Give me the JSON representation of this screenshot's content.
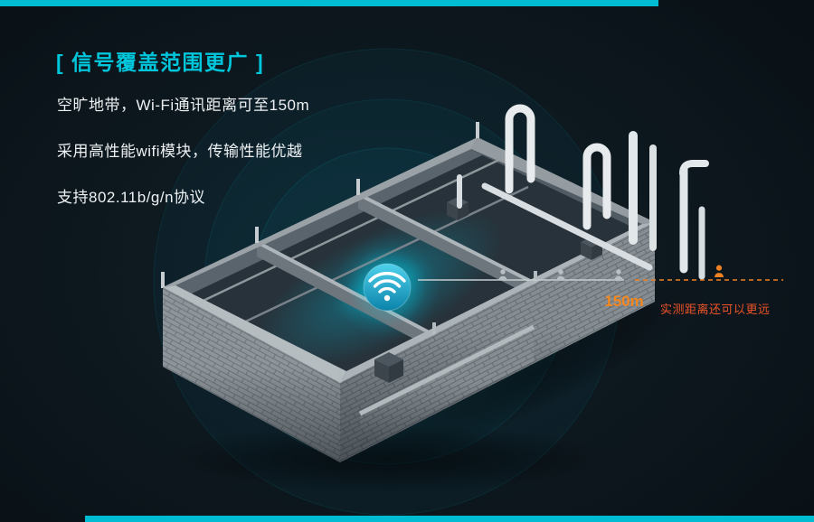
{
  "page": {
    "background": "#0c151b",
    "accent_cyan": "#00c6db",
    "accent_orange": "#f5871f",
    "accent_red": "#ee5429",
    "bar_color": "#00bcd2",
    "text_color": "#edf1f3"
  },
  "header": {
    "title": "[ 信号覆盖范围更广 ]"
  },
  "features": [
    "空旷地带，Wi-Fi通讯距离可至150m",
    "采用高性能wifi模块，传输性能优越",
    "支持802.11b/g/n协议"
  ],
  "measurement": {
    "distance_label": "150m",
    "note": "实测距离还可以更远"
  },
  "icons": {
    "wifi": "white wifi arcs in cyan circular badge",
    "receiver": "small gray person marker on distance line",
    "far_receiver": "orange person marker beyond 150m",
    "ripples": "concentric teal signal rings"
  }
}
